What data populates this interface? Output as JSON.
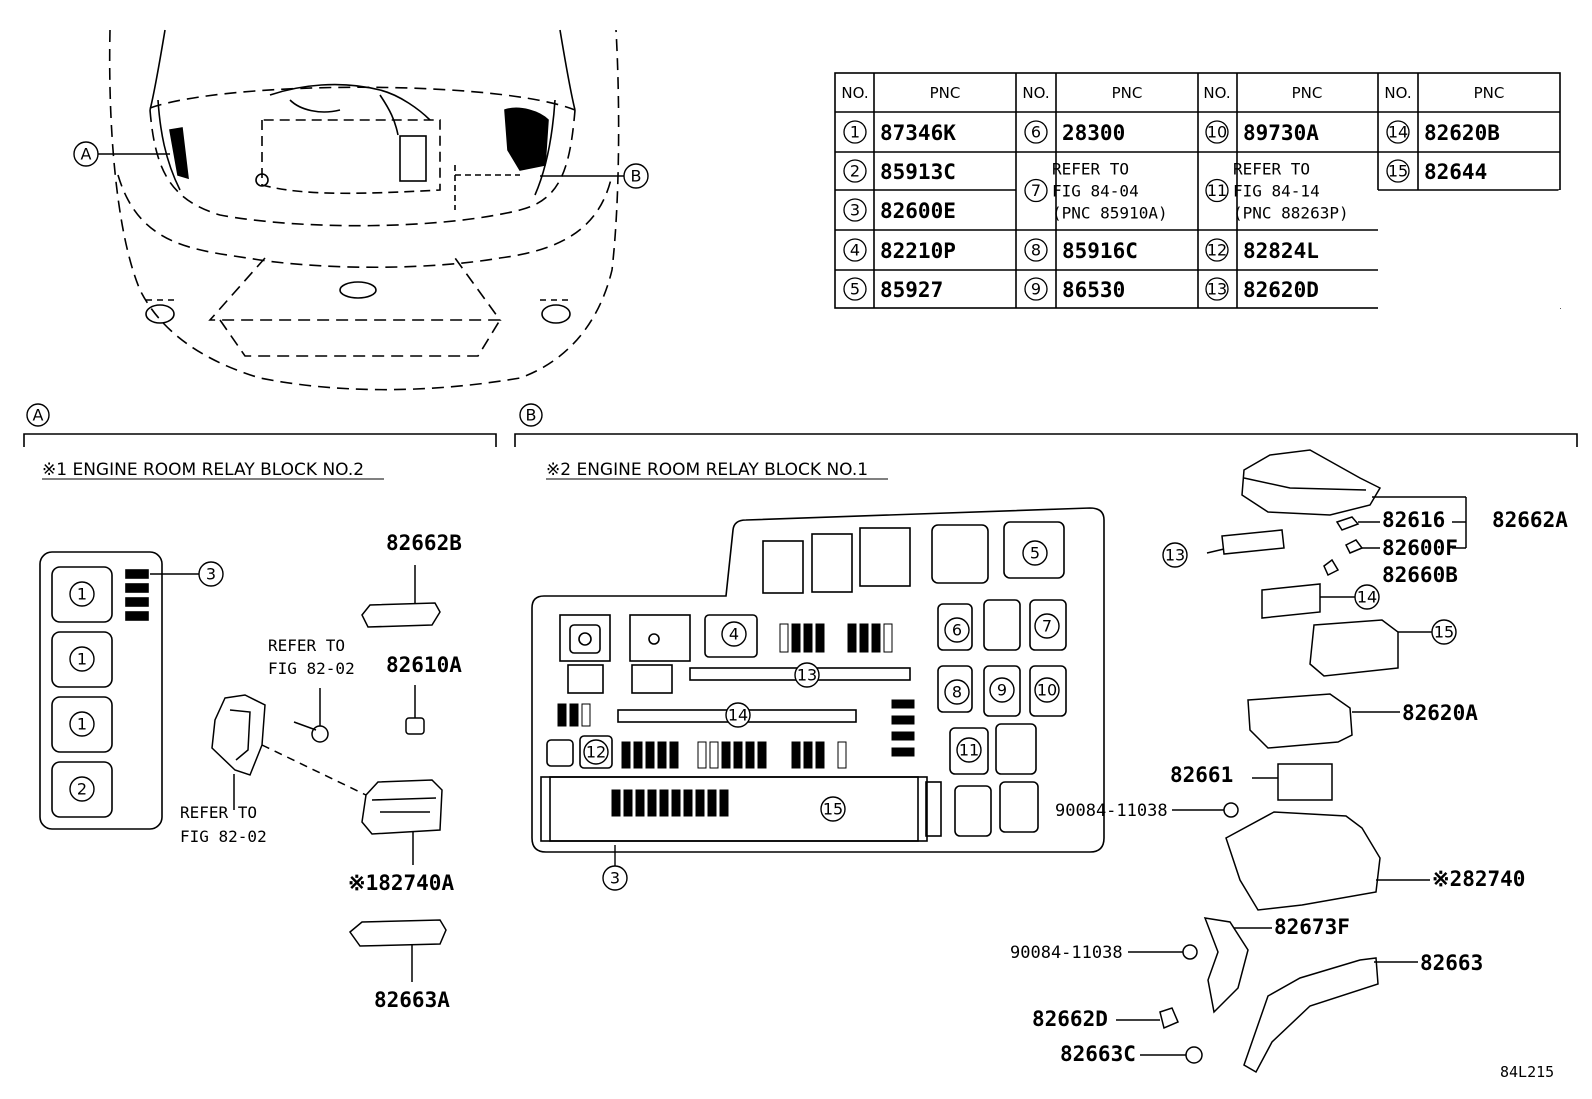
{
  "pnc_table": {
    "headers": [
      "NO.",
      "PNC"
    ],
    "rows": [
      {
        "no": "1",
        "pnc": "87346K"
      },
      {
        "no": "2",
        "pnc": "85913C"
      },
      {
        "no": "3",
        "pnc": "82600E"
      },
      {
        "no": "4",
        "pnc": "82210P"
      },
      {
        "no": "5",
        "pnc": "85927"
      },
      {
        "no": "6",
        "pnc": "28300"
      },
      {
        "no": "7",
        "pnc": "REFER TO|FIG 84-04|(PNC 85910A)"
      },
      {
        "no": "8",
        "pnc": "85916C"
      },
      {
        "no": "9",
        "pnc": "86530"
      },
      {
        "no": "10",
        "pnc": "89730A"
      },
      {
        "no": "11",
        "pnc": "REFER TO|FIG 84-14|(PNC 88263P)"
      },
      {
        "no": "12",
        "pnc": "82824L"
      },
      {
        "no": "13",
        "pnc": "82620D"
      },
      {
        "no": "14",
        "pnc": "82620B"
      },
      {
        "no": "15",
        "pnc": "82644"
      }
    ]
  },
  "callouts": {
    "a": "A",
    "b": "B"
  },
  "section_a": {
    "title": "※1 ENGINE ROOM RELAY BLOCK NO.2",
    "parts": {
      "p1": "82662B",
      "p2": "82610A",
      "p3": "※182740A",
      "p4": "82663A",
      "refer1": "REFER TO",
      "refer1b": "FIG 82-02",
      "refer2": "REFER TO",
      "refer2b": "FIG 82-02"
    },
    "block_nums": [
      "1",
      "1",
      "1",
      "2",
      "3"
    ]
  },
  "section_b": {
    "title": "※2 ENGINE ROOM RELAY BLOCK NO.1",
    "block_nums": [
      "5",
      "4",
      "6",
      "7",
      "13",
      "8",
      "9",
      "10",
      "14",
      "11",
      "12",
      "15",
      "3"
    ],
    "parts": {
      "p82616": "82616",
      "p82662A": "82662A",
      "p82600F": "82600F",
      "p82660B": "82660B",
      "p82620A": "82620A",
      "p82661": "82661",
      "p90084a": "90084-11038",
      "p82740": "※282740",
      "p82673F": "82673F",
      "p90084b": "90084-11038",
      "p82663": "82663",
      "p82662D": "82662D",
      "p82663C": "82663C"
    },
    "callout_nums": [
      "13",
      "14",
      "15"
    ]
  },
  "figure_code": "84L215"
}
